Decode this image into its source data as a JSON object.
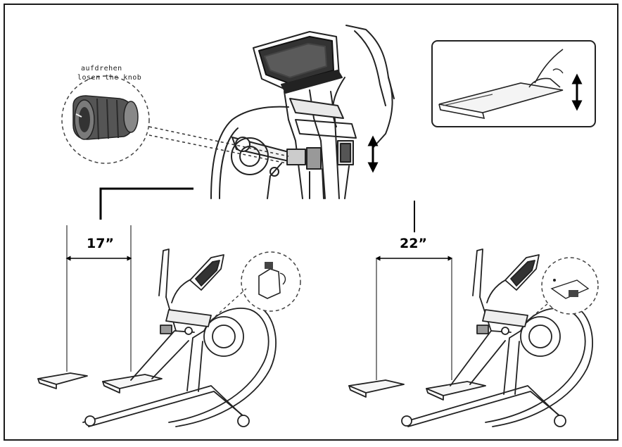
{
  "callout": {
    "line1": "aufdrehen",
    "line2": "losen the knob"
  },
  "dimensions": {
    "short": "17”",
    "long": "22”"
  },
  "icons": [
    "double-arrow-vertical-icon",
    "knob-icon"
  ]
}
